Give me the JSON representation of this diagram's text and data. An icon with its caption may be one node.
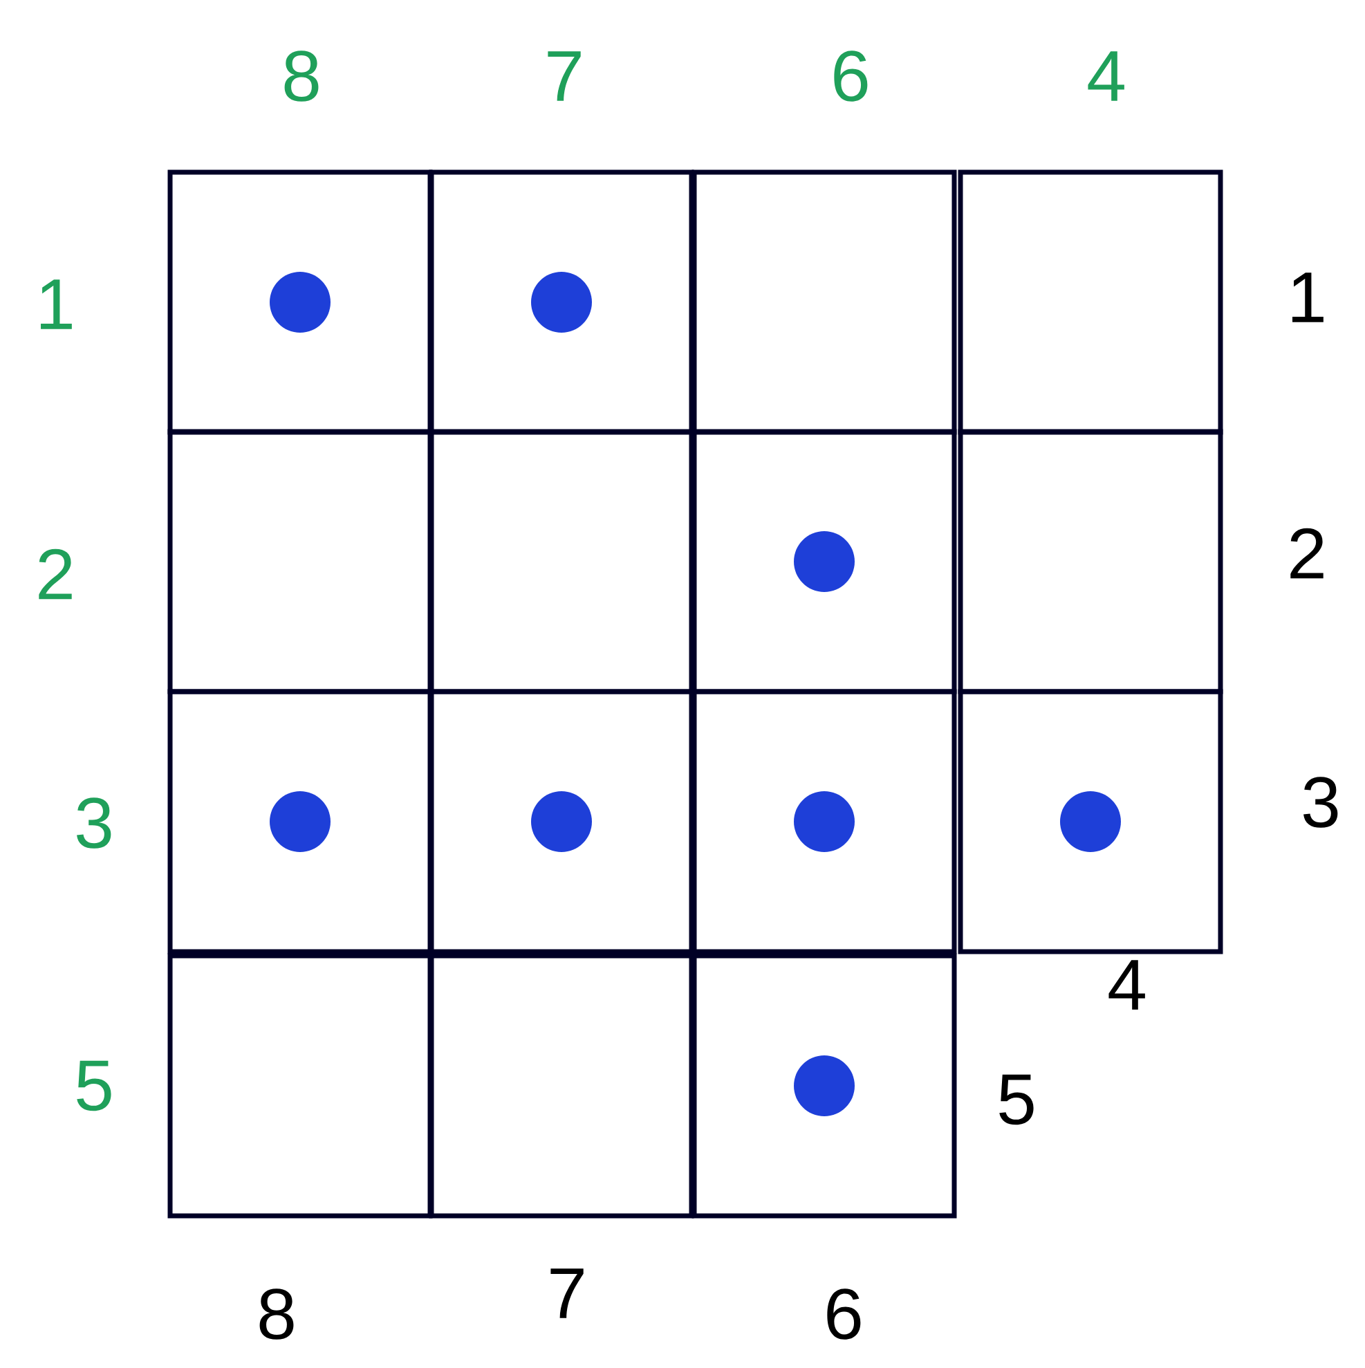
{
  "diagram": {
    "nodes": [
      {
        "text": [],
        "shape": "box"
      },
      {
        "text": [],
        "shape": "circle",
        "in": 0
      },
      {
        "text": [],
        "shape": "box"
      },
      {
        "text": [],
        "shape": "circle",
        "in": 2
      },
      {
        "text": [],
        "shape": "box"
      },
      {
        "text": [],
        "shape": "box"
      },
      {
        "text": [],
        "shape": "box"
      },
      {
        "text": [],
        "shape": "box"
      },
      {
        "text": [],
        "shape": "box"
      },
      {
        "text": [],
        "shape": "circle",
        "in": 8
      },
      {
        "text": [],
        "shape": "box"
      },
      {
        "text": [],
        "shape": "box"
      },
      {
        "text": [],
        "shape": "circle",
        "in": 11
      },
      {
        "text": [],
        "shape": "box"
      },
      {
        "text": [],
        "shape": "circle",
        "in": 13
      },
      {
        "text": [],
        "shape": "box"
      },
      {
        "text": [],
        "shape": "circle",
        "in": 15
      },
      {
        "text": [],
        "shape": "box"
      },
      {
        "text": [],
        "shape": "circle",
        "in": 17
      },
      {
        "text": [],
        "shape": "box"
      },
      {
        "text": [],
        "shape": "box"
      },
      {
        "text": [],
        "shape": "box"
      },
      {
        "text": [],
        "shape": "circle",
        "in": 21
      }
    ],
    "labels": [
      "8",
      "7",
      "6",
      "4",
      "1",
      "1",
      "2",
      "2",
      "3",
      "3",
      "4",
      "5",
      "5",
      "8",
      "7",
      "6"
    ]
  }
}
